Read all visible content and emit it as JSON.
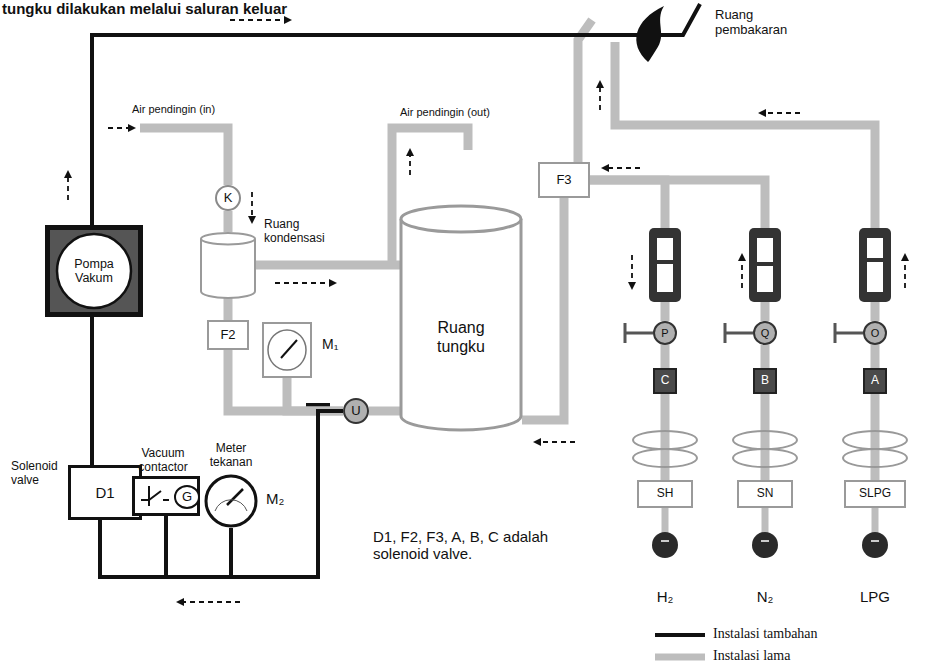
{
  "diagram": {
    "nodes": [
      {
        "text": [
          "Pompa Vakum"
        ]
      },
      {
        "text": [
          "K"
        ]
      },
      {
        "text": [
          "Ruang kondensasi"
        ]
      },
      {
        "text": [
          "F2"
        ]
      },
      {
        "text": [
          "M₁"
        ]
      },
      {
        "text": [
          "U"
        ]
      },
      {
        "text": [
          "Ruang tungku"
        ]
      },
      {
        "text": [
          "F3"
        ]
      },
      {
        "text": [
          "Solenoid valve",
          "D1"
        ]
      },
      {
        "text": [
          "Vacuum contactor",
          "G"
        ]
      },
      {
        "text": [
          "Meter tekanan",
          "M₂"
        ]
      },
      {
        "text": [
          "P"
        ]
      },
      {
        "text": [
          "Q"
        ]
      },
      {
        "text": [
          "O"
        ]
      },
      {
        "text": [
          "C"
        ]
      },
      {
        "text": [
          "B"
        ]
      },
      {
        "text": [
          "A"
        ]
      },
      {
        "text": [
          "SH"
        ]
      },
      {
        "text": [
          "SN"
        ]
      },
      {
        "text": [
          "SLPG"
        ]
      }
    ],
    "edges": [
      {
        "from": 0,
        "to": 8,
        "arrow": "none"
      },
      {
        "from": 8,
        "to": 9,
        "arrow": "none"
      },
      {
        "from": 8,
        "to": 10,
        "arrow": "none"
      },
      {
        "from": 1,
        "to": 2,
        "arrow": "none"
      },
      {
        "from": 2,
        "to": 3,
        "arrow": "none"
      },
      {
        "from": 2,
        "to": 6,
        "arrow": "none"
      },
      {
        "from": 3,
        "to": 5,
        "arrow": "none"
      },
      {
        "from": 4,
        "to": 5,
        "arrow": "none"
      },
      {
        "from": 5,
        "to": 6,
        "arrow": "none"
      },
      {
        "from": 5,
        "to": 8,
        "arrow": "none"
      },
      {
        "from": 7,
        "to": 6,
        "arrow": "none"
      },
      {
        "from": 11,
        "to": 7,
        "arrow": "none"
      },
      {
        "from": 12,
        "to": 7,
        "arrow": "none"
      },
      {
        "from": 14,
        "to": 11,
        "arrow": "none"
      },
      {
        "from": 15,
        "to": 12,
        "arrow": "none"
      },
      {
        "from": 16,
        "to": 13,
        "arrow": "none"
      },
      {
        "from": 17,
        "to": 14,
        "arrow": "none"
      },
      {
        "from": 18,
        "to": 15,
        "arrow": "none"
      },
      {
        "from": 19,
        "to": 16,
        "arrow": "none"
      }
    ],
    "labels": [
      "tungku dilakukan melalui saluran keluar",
      "Air pendingin (in)",
      "Air pendingin (out)",
      "Ruang pembakaran",
      "D1, F2, F3, A, B, C adalah solenoid valve.",
      "H₂",
      "N₂",
      "LPG"
    ],
    "legend": [
      {
        "text": "Instalasi tambahan"
      },
      {
        "text": "Instalasi lama"
      }
    ]
  }
}
